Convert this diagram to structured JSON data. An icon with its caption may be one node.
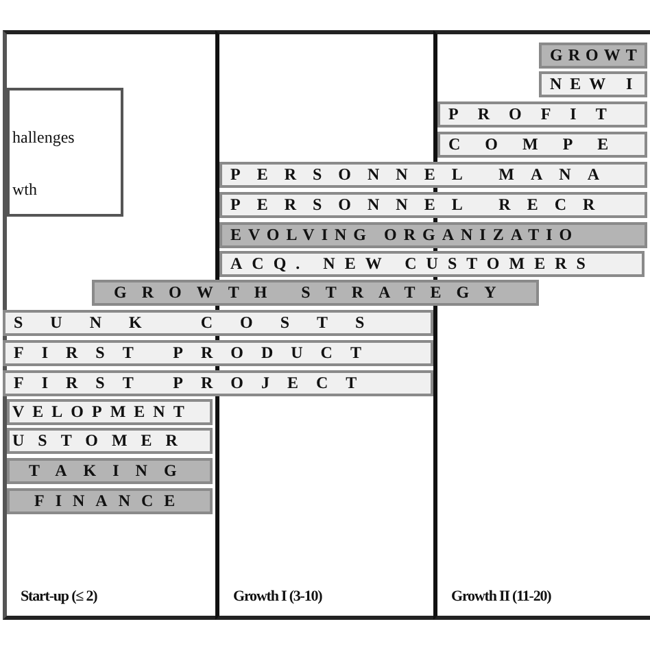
{
  "diagram": {
    "nodes": [
      {
        "text": [
          "Start-up (≤ 2)"
        ]
      },
      {
        "text": [
          "Growth I (3-10)"
        ]
      },
      {
        "text": [
          "Growth II (11-20)"
        ]
      },
      {
        "text": [
          "hallenges",
          "wth"
        ],
        "in": 0
      },
      {
        "text": [
          "GROWT"
        ],
        "in": 2
      },
      {
        "text": [
          "NEW I"
        ],
        "in": 2
      },
      {
        "text": [
          "PROFIT"
        ],
        "in": 2
      },
      {
        "text": [
          "COMPE"
        ],
        "in": 2
      },
      {
        "text": [
          "PERSONNEL MANA"
        ]
      },
      {
        "text": [
          "PERSONNEL RECR"
        ]
      },
      {
        "text": [
          "EVOLVING ORGANIZATIO"
        ]
      },
      {
        "text": [
          "ACQ. NEW CUSTOMERS"
        ]
      },
      {
        "text": [
          "GROWTH STRATEGY"
        ]
      },
      {
        "text": [
          "SUNK COSTS"
        ]
      },
      {
        "text": [
          "FIRST PRODUCT"
        ]
      },
      {
        "text": [
          "FIRST PROJECT"
        ]
      },
      {
        "text": [
          "VELOPMENT"
        ],
        "in": 0
      },
      {
        "text": [
          "USTOMER"
        ],
        "in": 0
      },
      {
        "text": [
          "TAKING"
        ],
        "in": 0
      },
      {
        "text": [
          "FINANCE"
        ],
        "in": 0
      }
    ]
  }
}
